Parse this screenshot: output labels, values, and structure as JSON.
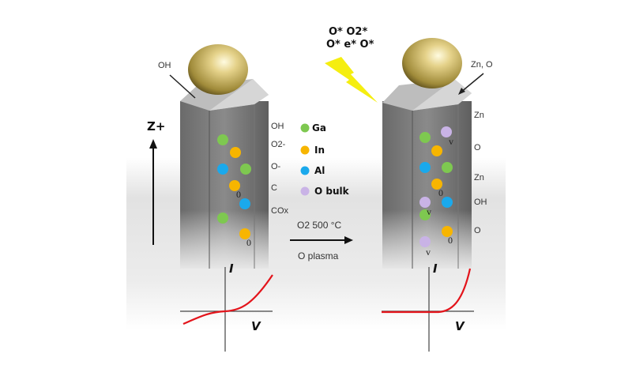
{
  "colors": {
    "ga": "#7ec850",
    "in": "#f7b500",
    "al": "#1aa9ec",
    "o_bulk": "#c9b3e6",
    "iv_curve": "#e3141b",
    "lightning": "#f5ee10"
  },
  "left_rod": {
    "pointer_label": "OH",
    "side_labels": [
      "OH",
      "O2-",
      "O-",
      "C",
      "COx"
    ],
    "axis_label": "Z+",
    "marks": [
      "0",
      "0"
    ],
    "iv": {
      "i_label": "I",
      "v_label": "V"
    }
  },
  "legend": [
    {
      "label": "Ga",
      "color_key": "ga"
    },
    {
      "label": "In",
      "color_key": "in"
    },
    {
      "label": "Al",
      "color_key": "al"
    },
    {
      "label": "O bulk",
      "color_key": "o_bulk"
    }
  ],
  "process": {
    "top": "O2 500 °C",
    "bottom": "O plasma"
  },
  "plasma_species": {
    "line1": "O* O2*",
    "line2": "O* e* O*"
  },
  "right_rod": {
    "pointer_label": "Zn, O",
    "side_labels": [
      "Zn",
      "O",
      "Zn",
      "OH",
      "O"
    ],
    "marks": [
      "v",
      "0",
      "v",
      "0",
      "v"
    ],
    "iv": {
      "i_label": "I",
      "v_label": "V"
    }
  }
}
